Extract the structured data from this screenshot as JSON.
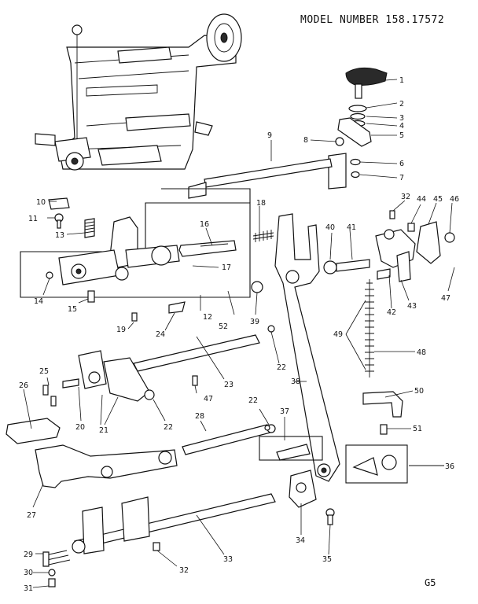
{
  "header": {
    "model": "MODEL NUMBER 158.17572"
  },
  "footer": {
    "code": "G5"
  },
  "callouts": [
    "1",
    "2",
    "3",
    "4",
    "5",
    "6",
    "7",
    "8",
    "9",
    "10",
    "11",
    "12",
    "13",
    "14",
    "15",
    "16",
    "17",
    "18",
    "19",
    "20",
    "21",
    "22",
    "22",
    "22",
    "23",
    "24",
    "25",
    "26",
    "27",
    "28",
    "29",
    "30",
    "31",
    "32",
    "32",
    "33",
    "34",
    "35",
    "36",
    "37",
    "38",
    "39",
    "40",
    "41",
    "42",
    "43",
    "44",
    "45",
    "46",
    "47",
    "47",
    "48",
    "49",
    "50",
    "51",
    "52"
  ]
}
